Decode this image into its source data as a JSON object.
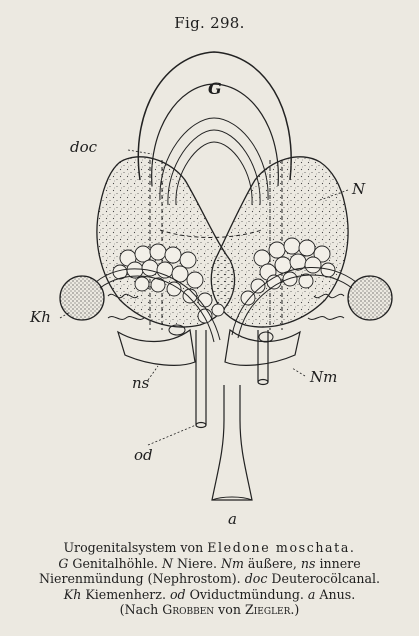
{
  "figure_number": "Fig. 298.",
  "labels": {
    "G": "G",
    "doc": "doc",
    "N": "N",
    "Kh": "Kh",
    "ns": "ns",
    "Nm": "Nm",
    "od": "od",
    "a": "a"
  },
  "caption": {
    "title_prefix": "Urogenitalsystem von ",
    "title_species": "Eledone moschata.",
    "l2_a": "G",
    "l2_b": " Genitalhöhle. ",
    "l2_c": "N",
    "l2_d": " Niere. ",
    "l2_e": "Nm",
    "l2_f": " äußere, ",
    "l2_g": "ns",
    "l2_h": " innere",
    "l3_a": "Nierenmündung (Nephrostom). ",
    "l3_b": "doc",
    "l3_c": " Deuterocölcanal.",
    "l4_a": "Kh",
    "l4_b": " Kiemenherz. ",
    "l4_c": "od",
    "l4_d": " Oviductmündung. ",
    "l4_e": "a",
    "l4_f": " Anus.",
    "l5_a": "(Nach ",
    "l5_b": "Grobben",
    "l5_c": " von ",
    "l5_d": "Ziegler",
    "l5_e": ".)"
  }
}
